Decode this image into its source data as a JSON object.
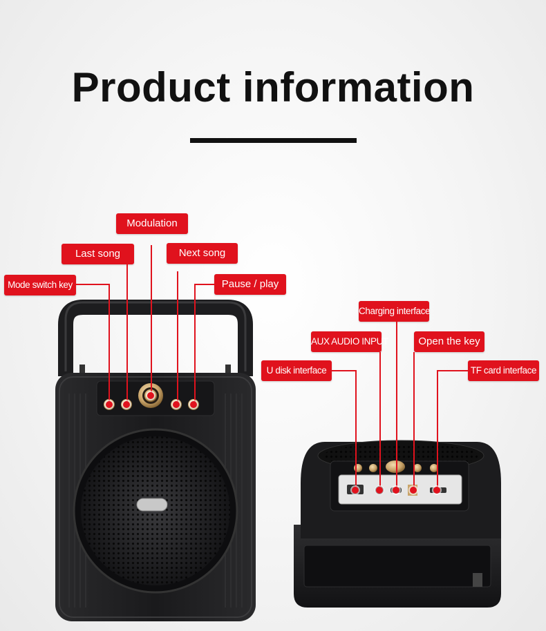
{
  "header": {
    "title": "Product information"
  },
  "callouts": {
    "mode_switch_key": "Mode switch key",
    "last_song": "Last song",
    "modulation": "Modulation",
    "next_song": "Next song",
    "pause_play": "Pause / play",
    "charging_interface": "Charging interface",
    "aux_audio_input": "AUX AUDIO INPUT",
    "open_the_key": "Open the key",
    "u_disk_interface": "U disk interface",
    "tf_card_interface": "TF card interface"
  },
  "colors": {
    "accent": "#e0121d",
    "speaker_body": "#1b1b1d",
    "knob_gold": "#c9a46a"
  }
}
